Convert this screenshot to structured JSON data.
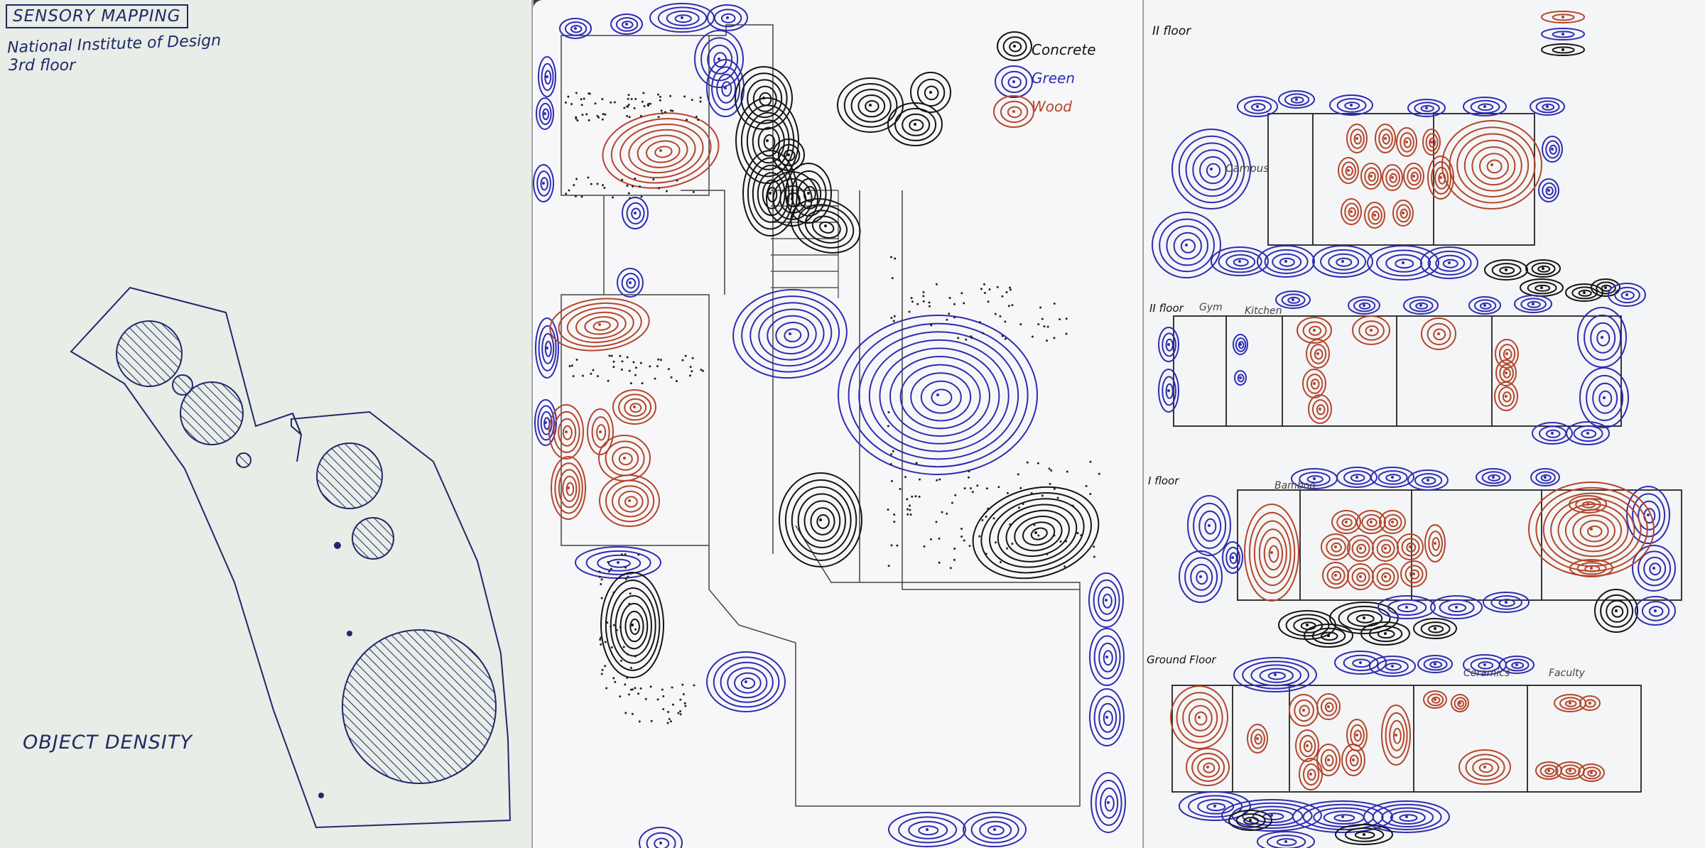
{
  "sheet1": {
    "title": "SENSORY MAPPING",
    "subtitle_line1": "National Institute of Design",
    "subtitle_line2": "3rd floor",
    "caption": "OBJECT DENSITY"
  },
  "sheet2": {
    "legend": [
      {
        "label": "Concrete",
        "color": "#151515"
      },
      {
        "label": "Green",
        "color": "#2d2db5"
      },
      {
        "label": "Wood",
        "color": "#b5452a"
      }
    ]
  },
  "sheet3": {
    "floor_labels": [
      "II floor",
      "II floor",
      "I floor",
      "Ground Floor"
    ],
    "room_labels": [
      "Campus",
      "Gym",
      "Kitchen",
      "Bamboo",
      "Ceramics",
      "Faculty"
    ],
    "colors": {
      "concrete": "#151515",
      "green": "#2d2db5",
      "wood": "#b5452a"
    }
  }
}
